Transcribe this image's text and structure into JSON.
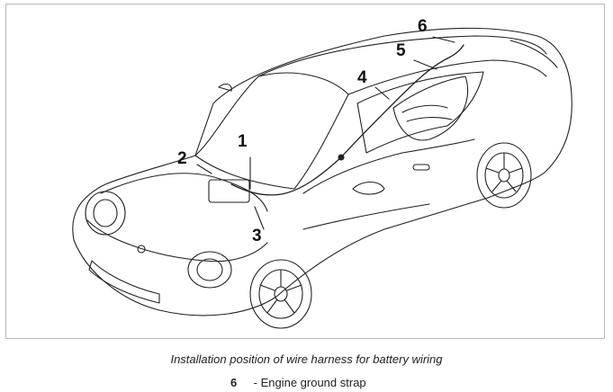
{
  "diagram": {
    "callouts": [
      {
        "id": "1",
        "label": "1"
      },
      {
        "id": "2",
        "label": "2"
      },
      {
        "id": "3",
        "label": "3"
      },
      {
        "id": "4",
        "label": "4"
      },
      {
        "id": "5",
        "label": "5"
      },
      {
        "id": "6",
        "label": "6"
      }
    ],
    "caption": "Installation position of wire harness for battery wiring",
    "legend": [
      {
        "number": "6",
        "text": "- Engine ground strap"
      }
    ]
  }
}
